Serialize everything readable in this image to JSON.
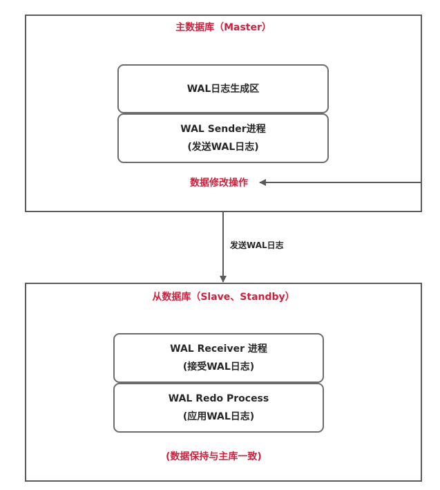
{
  "master": {
    "title": "主数据库（Master）",
    "wal_generation": "WAL日志生成区",
    "wal_sender_line1": "WAL Sender进程",
    "wal_sender_line2": "(发送WAL日志)",
    "data_change": "数据修改操作"
  },
  "arrow_label": "发送WAL日志",
  "slave": {
    "title": "从数据库（Slave、Standby）",
    "wal_receiver_line1": "WAL Receiver 进程",
    "wal_receiver_line2": "(接受WAL日志)",
    "wal_redo_line1": "WAL Redo Process",
    "wal_redo_line2": "(应用WAL日志)",
    "consistency": "(数据保持与主库一致)"
  },
  "colors": {
    "accent_red": "#d21f3c",
    "border_gray": "#595959",
    "text_dark": "#262626"
  }
}
